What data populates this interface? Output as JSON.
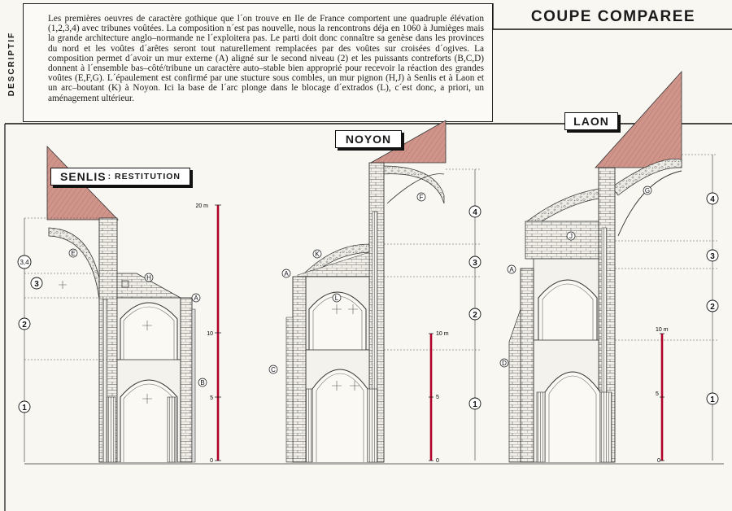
{
  "sidebar": {
    "label": "DESCRIPTIF"
  },
  "description": "Les premières oeuvres de caractère gothique que l´on trouve en Ile de France comportent une quadruple élévation (1,2,3,4) avec tribunes voûtées. La composition n´est pas nouvelle, nous la rencontrons déja en 1060 à Jumièges mais la grande architecture anglo–normande ne l´exploitera pas. Le parti doit donc connaître sa genèse dans les provinces du nord et les voûtes d´arêtes seront tout naturellement remplacées par des voûtes sur croisées d´ogives. La composition permet d´avoir un mur externe (A) aligné sur le second niveau (2) et les puissants contreforts (B,C,D) donnent à l´ensemble bas–côté/tribune un caractère auto–stable bien approprié pour recevoir la réaction des grandes voûtes (E,F,G). L´épaulement est confirmé par une stucture sous combles, un mur pignon (H,J) à Senlis et à Laon et un arc–boutant (K) à Noyon. Ici la base de l´arc plonge dans le blocage d´extrados (L), c´est donc, a priori, un aménagement ultérieur.",
  "title": "COUPE COMPAREE",
  "sections": {
    "senlis": {
      "name": "SENLIS",
      "sub": ": RESTITUTION"
    },
    "noyon": {
      "name": "NOYON"
    },
    "laon": {
      "name": "LAON"
    }
  },
  "levels": {
    "one": "1",
    "two": "2",
    "three": "3",
    "four": "4",
    "three_four": "3,4"
  },
  "letters": {
    "A": "A",
    "B": "B",
    "C": "C",
    "D": "D",
    "E": "E",
    "F": "F",
    "G": "G",
    "H": "H",
    "J": "J",
    "K": "K",
    "L": "L"
  },
  "scales": {
    "senlis": {
      "top": "20 m",
      "mid": "10",
      "low": "5",
      "zero": "0"
    },
    "noyon": {
      "top": "10 m",
      "mid": "5",
      "zero": "0"
    },
    "laon": {
      "top": "10 m",
      "mid": "5",
      "zero": "0"
    }
  },
  "colors": {
    "roof": "#c98f86",
    "roof_dark": "#b06c66",
    "scale_red": "#b0002a",
    "ink": "#1a1a1a",
    "paper": "#f8f7f2"
  }
}
